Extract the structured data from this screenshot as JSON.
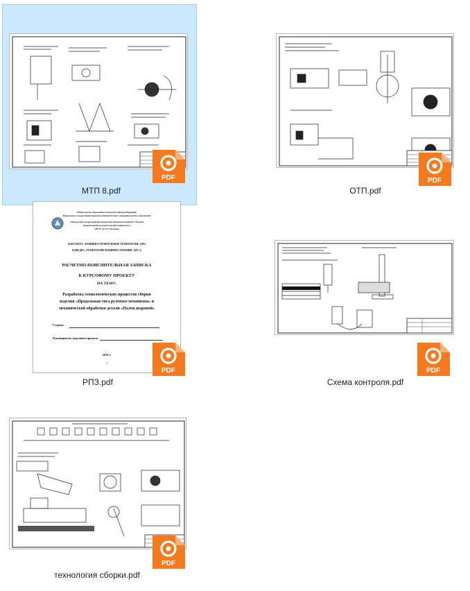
{
  "files": [
    {
      "name": "МТП 8.pdf",
      "selected": true
    },
    {
      "name": "ОТП.pdf",
      "selected": false
    },
    {
      "name": "РПЗ.pdf",
      "selected": false
    },
    {
      "name": "Схема контроля.pdf",
      "selected": false
    },
    {
      "name": "технология сборки.pdf",
      "selected": false
    }
  ],
  "badge_text": "PDF",
  "colors": {
    "pdf_orange": "#f47a20",
    "selection_bg": "#cce8ff",
    "selection_border": "#99d1ff"
  },
  "rpz_page": {
    "ministry": "Министерство образования и науки Российской Федерации",
    "institution_1": "Федеральное государственное бюджетное образовательное учреждение высшего образования",
    "institution_2": "«Московский государственный технический университет имени Н.Э. Баумана",
    "institution_3": "(национальный исследовательский университет)»",
    "institution_4": "(МГТУ им. Н.Э. Баумана)",
    "faculty": "ФАКУЛЬТЕТ «МАШИНОСТРОИТЕЛЬНЫЕ ТЕХНОЛОГИИ» (МТ)",
    "department": "КАФЕДРА «ТЕХНОЛОГИИ МАШИНОСТРОЕНИЯ» (МТ-3)",
    "doc_title": "РАСЧЕТНО-ПОЯСНИТЕЛЬНАЯ ЗАПИСКА",
    "doc_sub_1": "К КУРСОВОМУ ПРОЕКТУ",
    "doc_sub_2": "НА ТЕМУ:",
    "topic_1": "Разработка технологических процессов сборки",
    "topic_2": "изделия «Продольная тяга рулевого механизма» и",
    "topic_3": "механической обработки детали «Палец шаровой»",
    "student": "Студент",
    "supervisor": "Руководитель курсового проекта",
    "year": "2019 г.",
    "page_no": "1"
  }
}
